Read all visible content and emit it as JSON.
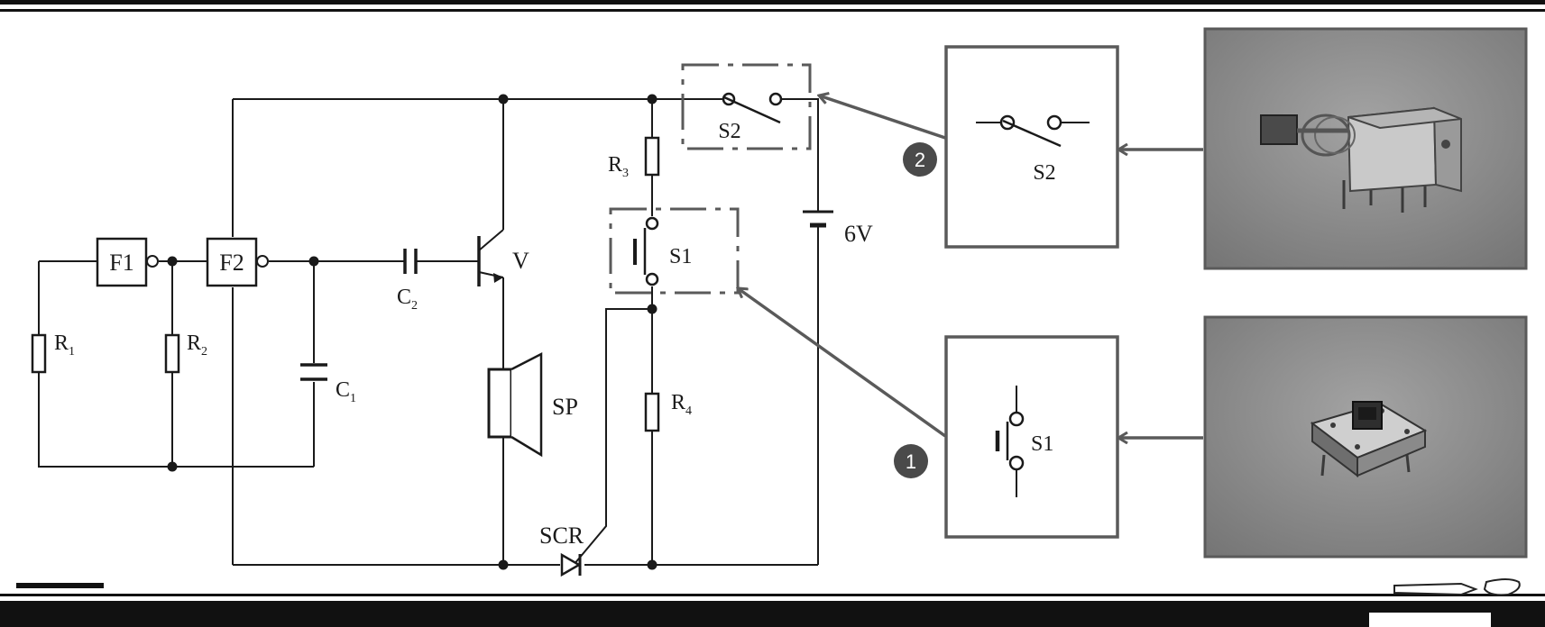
{
  "circuit": {
    "gates": [
      "F1",
      "F2"
    ],
    "resistors": {
      "r1": "R",
      "r1_sub": "1",
      "r2": "R",
      "r2_sub": "2",
      "r3": "R",
      "r3_sub": "3",
      "r4": "R",
      "r4_sub": "4"
    },
    "capacitors": {
      "c1": "C",
      "c1_sub": "1",
      "c2": "C",
      "c2_sub": "2"
    },
    "transistor": "V",
    "speaker": "SP",
    "thyristor": "SCR",
    "battery": "6V",
    "switch_s1": "S1",
    "switch_s2": "S2"
  },
  "callouts": [
    {
      "number": "2",
      "switch_label": "S2",
      "photo": "push-lock-switch-photo"
    },
    {
      "number": "1",
      "switch_label": "S1",
      "photo": "tactile-button-photo"
    }
  ],
  "colors": {
    "line": "#1a1a1a",
    "frame_gray": "#5a5a5a",
    "photo_bg": "#8c8c8c"
  }
}
